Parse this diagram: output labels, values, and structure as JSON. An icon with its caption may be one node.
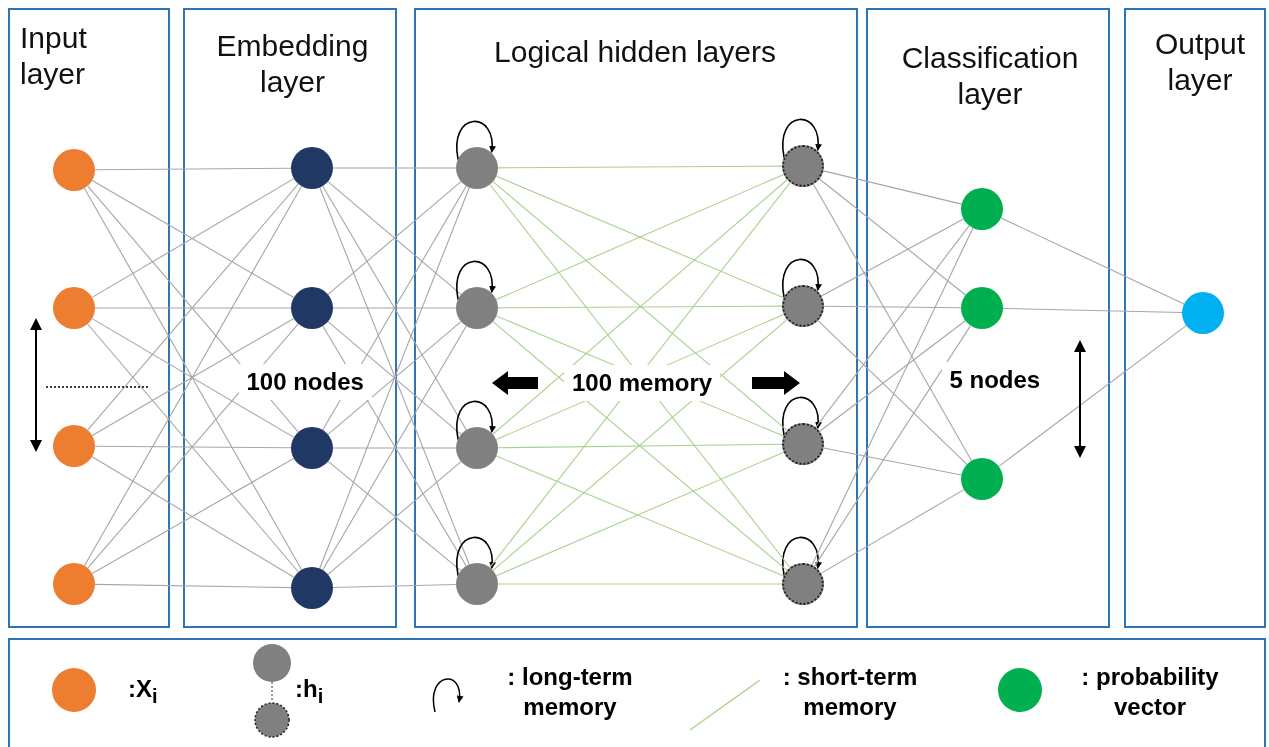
{
  "diagram": {
    "nodes": [
      {
        "text": [
          "Input layer"
        ]
      },
      {
        "text": [],
        "shape": "circle",
        "in": 0
      },
      {
        "text": [],
        "shape": "circle",
        "in": 0
      },
      {
        "text": [],
        "shape": "circle",
        "in": 0
      },
      {
        "text": [],
        "shape": "circle",
        "in": 0
      },
      {
        "text": [
          "Embedding layer"
        ]
      },
      {
        "text": [],
        "shape": "circle",
        "in": 5
      },
      {
        "text": [],
        "shape": "circle",
        "in": 5
      },
      {
        "text": [],
        "shape": "circle",
        "in": 5
      },
      {
        "text": [],
        "shape": "circle",
        "in": 5
      },
      {
        "text": [
          "Logical hidden layers"
        ]
      },
      {
        "text": [],
        "shape": "circle",
        "in": 10
      },
      {
        "text": [],
        "shape": "circle",
        "in": 10
      },
      {
        "text": [],
        "shape": "circle",
        "in": 10
      },
      {
        "text": [],
        "shape": "circle",
        "in": 10
      },
      {
        "text": [],
        "shape": "circle",
        "in": 10
      },
      {
        "text": [],
        "shape": "circle",
        "in": 10
      },
      {
        "text": [],
        "shape": "circle",
        "in": 10
      },
      {
        "text": [],
        "shape": "circle",
        "in": 10
      },
      {
        "text": [
          "Classification layer"
        ]
      },
      {
        "text": [],
        "shape": "circle",
        "in": 19
      },
      {
        "text": [],
        "shape": "circle",
        "in": 19
      },
      {
        "text": [],
        "shape": "circle",
        "in": 19
      },
      {
        "text": [
          "Output layer"
        ]
      },
      {
        "text": [],
        "shape": "circle",
        "in": 23
      }
    ],
    "edges": [
      {
        "from": 1,
        "to": 6,
        "arrow": "none"
      },
      {
        "from": 1,
        "to": 7,
        "arrow": "none"
      },
      {
        "from": 1,
        "to": 8,
        "arrow": "none"
      },
      {
        "from": 1,
        "to": 9,
        "arrow": "none"
      },
      {
        "from": 2,
        "to": 6,
        "arrow": "none"
      },
      {
        "from": 2,
        "to": 7,
        "arrow": "none"
      },
      {
        "from": 2,
        "to": 8,
        "arrow": "none"
      },
      {
        "from": 2,
        "to": 9,
        "arrow": "none"
      },
      {
        "from": 3,
        "to": 6,
        "arrow": "none"
      },
      {
        "from": 3,
        "to": 7,
        "arrow": "none"
      },
      {
        "from": 3,
        "to": 8,
        "arrow": "none"
      },
      {
        "from": 3,
        "to": 9,
        "arrow": "none"
      },
      {
        "from": 4,
        "to": 6,
        "arrow": "none"
      },
      {
        "from": 4,
        "to": 7,
        "arrow": "none"
      },
      {
        "from": 4,
        "to": 8,
        "arrow": "none"
      },
      {
        "from": 4,
        "to": 9,
        "arrow": "none"
      },
      {
        "from": 6,
        "to": 11,
        "arrow": "none"
      },
      {
        "from": 6,
        "to": 12,
        "arrow": "none"
      },
      {
        "from": 6,
        "to": 13,
        "arrow": "none"
      },
      {
        "from": 6,
        "to": 14,
        "arrow": "none"
      },
      {
        "from": 7,
        "to": 11,
        "arrow": "none"
      },
      {
        "from": 7,
        "to": 12,
        "arrow": "none"
      },
      {
        "from": 7,
        "to": 13,
        "arrow": "none"
      },
      {
        "from": 7,
        "to": 14,
        "arrow": "none"
      },
      {
        "from": 8,
        "to": 11,
        "arrow": "none"
      },
      {
        "from": 8,
        "to": 12,
        "arrow": "none"
      },
      {
        "from": 8,
        "to": 13,
        "arrow": "none"
      },
      {
        "from": 8,
        "to": 14,
        "arrow": "none"
      },
      {
        "from": 9,
        "to": 11,
        "arrow": "none"
      },
      {
        "from": 9,
        "to": 12,
        "arrow": "none"
      },
      {
        "from": 9,
        "to": 13,
        "arrow": "none"
      },
      {
        "from": 9,
        "to": 14,
        "arrow": "none"
      },
      {
        "from": 11,
        "to": 11,
        "arrow": "to",
        "color": "#000000"
      },
      {
        "from": 12,
        "to": 12,
        "arrow": "to",
        "color": "#000000"
      },
      {
        "from": 13,
        "to": 13,
        "arrow": "to",
        "color": "#000000"
      },
      {
        "from": 14,
        "to": 14,
        "arrow": "to",
        "color": "#000000"
      },
      {
        "from": 15,
        "to": 15,
        "arrow": "to",
        "color": "#000000"
      },
      {
        "from": 16,
        "to": 16,
        "arrow": "to",
        "color": "#000000"
      },
      {
        "from": 17,
        "to": 17,
        "arrow": "to",
        "color": "#000000"
      },
      {
        "from": 18,
        "to": 18,
        "arrow": "to",
        "color": "#000000"
      },
      {
        "from": 11,
        "to": 15,
        "arrow": "none",
        "color": "#a9d18e"
      },
      {
        "from": 11,
        "to": 16,
        "arrow": "none",
        "color": "#a9d18e"
      },
      {
        "from": 11,
        "to": 17,
        "arrow": "none",
        "color": "#a9d18e"
      },
      {
        "from": 11,
        "to": 18,
        "arrow": "none",
        "color": "#a9d18e"
      },
      {
        "from": 12,
        "to": 15,
        "arrow": "none",
        "color": "#a9d18e"
      },
      {
        "from": 12,
        "to": 16,
        "arrow": "none",
        "color": "#a9d18e"
      },
      {
        "from": 12,
        "to": 17,
        "arrow": "none",
        "color": "#a9d18e"
      },
      {
        "from": 12,
        "to": 18,
        "arrow": "none",
        "color": "#a9d18e"
      },
      {
        "from": 13,
        "to": 15,
        "arrow": "none",
        "color": "#a9d18e"
      },
      {
        "from": 13,
        "to": 16,
        "arrow": "none",
        "color": "#a9d18e"
      },
      {
        "from": 13,
        "to": 17,
        "arrow": "none",
        "color": "#a9d18e"
      },
      {
        "from": 13,
        "to": 18,
        "arrow": "none",
        "color": "#a9d18e"
      },
      {
        "from": 14,
        "to": 15,
        "arrow": "none",
        "color": "#a9d18e"
      },
      {
        "from": 14,
        "to": 16,
        "arrow": "none",
        "color": "#a9d18e"
      },
      {
        "from": 14,
        "to": 17,
        "arrow": "none",
        "color": "#a9d18e"
      },
      {
        "from": 14,
        "to": 18,
        "arrow": "none",
        "color": "#a9d18e"
      },
      {
        "from": 15,
        "to": 20,
        "arrow": "none"
      },
      {
        "from": 15,
        "to": 21,
        "arrow": "none"
      },
      {
        "from": 15,
        "to": 22,
        "arrow": "none"
      },
      {
        "from": 16,
        "to": 20,
        "arrow": "none"
      },
      {
        "from": 16,
        "to": 21,
        "arrow": "none"
      },
      {
        "from": 16,
        "to": 22,
        "arrow": "none"
      },
      {
        "from": 17,
        "to": 20,
        "arrow": "none"
      },
      {
        "from": 17,
        "to": 21,
        "arrow": "none"
      },
      {
        "from": 17,
        "to": 22,
        "arrow": "none"
      },
      {
        "from": 18,
        "to": 20,
        "arrow": "none"
      },
      {
        "from": 18,
        "to": 21,
        "arrow": "none"
      },
      {
        "from": 18,
        "to": 22,
        "arrow": "none"
      },
      {
        "from": 20,
        "to": 24,
        "arrow": "none"
      },
      {
        "from": 21,
        "to": 24,
        "arrow": "none"
      },
      {
        "from": 22,
        "to": 24,
        "arrow": "none"
      }
    ],
    "labels": [
      "100 nodes",
      "100 memory",
      "5 nodes"
    ],
    "legend": [
      {
        "text": ":X$_{i}$",
        "color": "#ed7d31"
      },
      {
        "text": ":h$_{i}$"
      },
      {
        "text": ": long-term memory"
      },
      {
        "text": ": short-term memory"
      },
      {
        "text": ": probability vector",
        "color": "#00b050"
      }
    ]
  }
}
